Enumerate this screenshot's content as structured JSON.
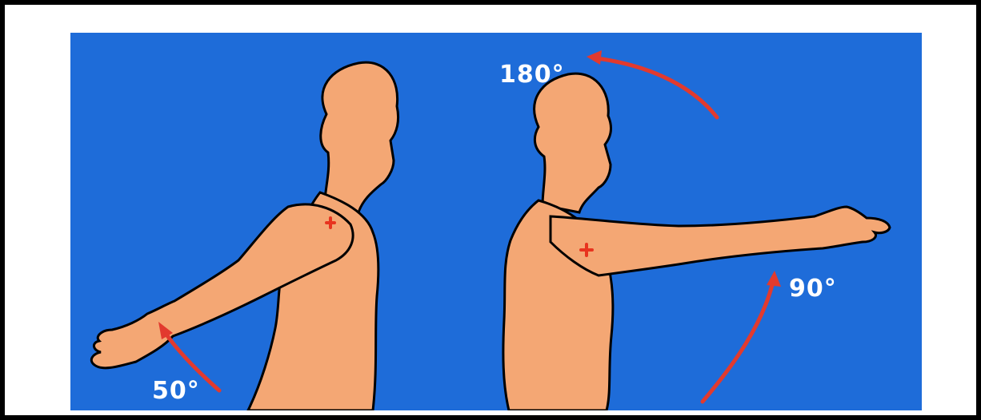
{
  "figure": {
    "background_color": "#1e6cd9",
    "skin_color": "#f4a774",
    "outline_color": "#000000",
    "arrow_color": "#e23a2e",
    "marker_color": "#e8341f",
    "label_color": "#ffffff"
  },
  "labels": {
    "extension": "50°",
    "flexion_full": "180°",
    "flexion_horizontal": "90°"
  },
  "markers": {
    "joint_marker_symbol": "+"
  }
}
